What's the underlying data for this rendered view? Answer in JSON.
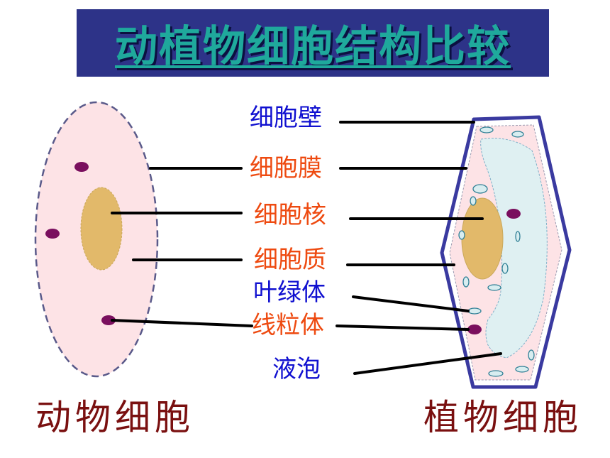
{
  "title": "动植物细胞结构比较",
  "labels": {
    "cell_wall": "细胞壁",
    "cell_membrane": "细胞膜",
    "nucleus": "细胞核",
    "cytoplasm": "细胞质",
    "chloroplast": "叶绿体",
    "mitochondria": "线粒体",
    "vacuole": "液泡"
  },
  "captions": {
    "animal": "动物细胞",
    "plant": "植物细胞"
  },
  "colors": {
    "title_bg": "#2d3388",
    "title_text": "#1fa99c",
    "label_blue": "#1010d0",
    "label_red": "#ee4a10",
    "caption": "#7a1010",
    "cell_fill": "#fde3e6",
    "nucleus": "#e2b96a",
    "mitochondria": "#7a0f5e",
    "vacuole": "#dff0f2",
    "cell_wall": "#3a3aa0"
  }
}
